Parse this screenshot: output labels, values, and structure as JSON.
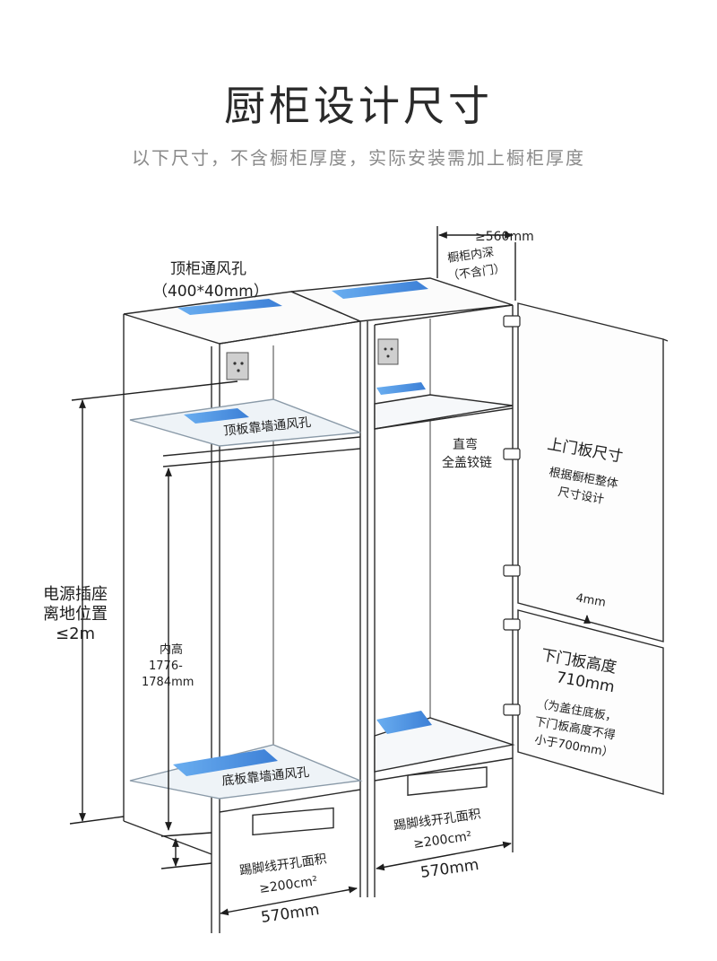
{
  "header": {
    "title": "厨柜设计尺寸",
    "subtitle": "以下尺寸，不含橱柜厚度，实际安装需加上橱柜厚度"
  },
  "labels": {
    "depth_value": "≥560mm",
    "depth_note_1": "橱柜内深",
    "depth_note_2": "（不含门）",
    "top_vent_1": "顶柜通风孔",
    "top_vent_2": "（400*40mm）",
    "top_board_vent": "顶板靠墙通风孔",
    "hinge_1": "直弯",
    "hinge_2": "全盖铰链",
    "upper_door_title": "上门板尺寸",
    "upper_door_note_1": "根据橱柜整体",
    "upper_door_note_2": "尺寸设计",
    "door_gap": "4mm",
    "lower_door_title": "下门板高度",
    "lower_door_value": "710mm",
    "lower_door_note_1": "（为盖住底板，",
    "lower_door_note_2": "下门板高度不得",
    "lower_door_note_3": "小于700mm）",
    "socket_1": "电源插座",
    "socket_2": "离地位置",
    "socket_3": "≤2m",
    "inner_h_1": "内高",
    "inner_h_2": "1776-",
    "inner_h_3": "1784mm",
    "bottom_board_vent": "底板靠墙通风孔",
    "kick_left_1": "踢脚线开孔面积",
    "kick_left_2": "≥200cm²",
    "kick_right_1": "踢脚线开孔面积",
    "kick_right_2": "≥200cm²",
    "width_left": "570mm",
    "width_right": "570mm"
  },
  "colors": {
    "vent_blue": "#4a8fe0",
    "line": "#2b2b2b",
    "shelf_fill": "#e6edf3"
  }
}
